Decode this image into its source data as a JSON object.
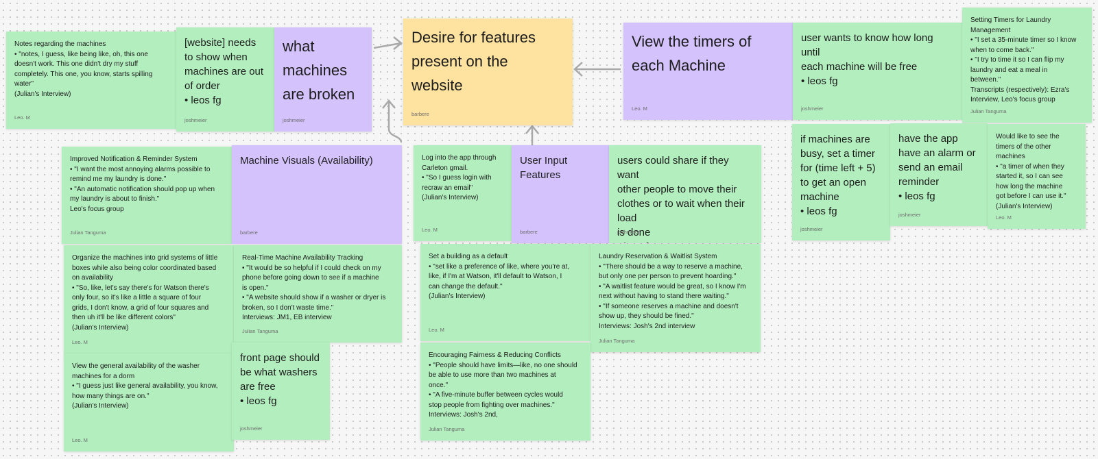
{
  "notes": {
    "notes_machines": {
      "text": "Notes regarding the machines\n  •  \"notes, I guess, like being like, oh, this one\n     doesn't work. This one didn't dry my stuff\n     completely. This one, you know, starts spilling\n     water\"\n(Julian's Interview)",
      "author": "Leo. M",
      "color": "green"
    },
    "website_out_of_order": {
      "text": "[website] needs\nto show when\nmachines are out\nof order\n  •  leos fg",
      "author": "joshmeier",
      "color": "green"
    },
    "what_broken": {
      "text": "what\nmachines\nare broken",
      "author": "joshmeier",
      "color": "purple"
    },
    "desire_features": {
      "text": "Desire for features\npresent on the\nwebsite",
      "author": "barbere",
      "color": "yellow"
    },
    "view_timers": {
      "text": "View the timers of\neach Machine",
      "author": "Leo. M",
      "color": "purple"
    },
    "how_long_free": {
      "text": "user wants to know how long until\neach machine will be free\n  •  leos fg",
      "author": "joshmeier",
      "color": "green"
    },
    "setting_timers": {
      "text": "Setting Timers for Laundry\nManagement\n  •  \"I set a 35-minute timer so I know\n     when to come back.\"\n  •  \"I try to time it so I can flip my\n     laundry and eat a meal in\n     between.\"\nTranscripts (respectively): Ezra's\nInterview, Leo's focus group",
      "author": "Julian Tanguma",
      "color": "green"
    },
    "improved_notification": {
      "text": "Improved Notification & Reminder System\n  •  \"I want the most annoying alarms possible to\n     remind me my laundry is done.\"\n  •  \"An automatic notification should pop up when\n     my laundry is about to finish.\"\nLeo's focus group",
      "author": "Julian Tanguma",
      "color": "green"
    },
    "machine_visuals": {
      "text": "Machine Visuals (Availability)",
      "author": "barbere",
      "color": "purple"
    },
    "carleton_gmail": {
      "text": "Log into the app through\nCarleton gmail.\n  •  \"So I guess login with\n     recraw an email\"\n(Julian's Interview)",
      "author": "Leo. M",
      "color": "green"
    },
    "user_input": {
      "text": "User Input\nFeatures",
      "author": "barbere",
      "color": "purple"
    },
    "share_move": {
      "text": "users could share if they want\nother people to move their\nclothes or to wait when their load\nis done\n  •  leos fg",
      "author": "joshmeier",
      "color": "green"
    },
    "timer_plus_five": {
      "text": "if machines are\nbusy, set a timer\nfor (time left + 5)\nto get an open\nmachine\n  •  leos fg",
      "author": "joshmeier",
      "color": "green"
    },
    "alarm_email": {
      "text": "have the app\nhave an alarm or\nsend an email\nreminder\n  •  leos fg",
      "author": "joshmeier",
      "color": "green"
    },
    "other_timers": {
      "text": "Would like to see the\ntimers of the other\nmachines\n  •  \"a timer of when they\n     started it, so I can see\n     how long the machine\n     got before I can use it.\"\n(Julian's Interview)",
      "author": "Leo. M",
      "color": "green"
    },
    "grid_systems": {
      "text": "Organize the machines into grid systems of little\nboxes while also being color coordinated based\non availability\n  •  \"So, like, let's say there's for Watson there's\n     only four, so it's like a little a square of four\n     grids, I don't know, a grid of four squares and\n     then uh it'll be like different colors\"\n(Julian's Interview)",
      "author": "Leo. M",
      "color": "green"
    },
    "realtime_tracking": {
      "text": "Real-Time Machine Availability Tracking\n  •  \"It would be so helpful if I could check on my\n     phone before going down to see if a machine\n     is open.\"\n  •  \"A website should show if a washer or dryer is\n     broken, so I don't waste time.\"\nInterviews: JM1, EB interview",
      "author": "Julian Tanguma",
      "color": "green"
    },
    "building_default": {
      "text": "Set a building as a default\n  •  \"set like a preference of like, where you're at,\n     like, if I'm at Watson, it'll default to Watson, I\n     can change the default.\"\n(Julian's Interview)",
      "author": "Leo. M",
      "color": "green"
    },
    "reservation_waitlist": {
      "text": "Laundry Reservation & Waitlist System\n  •  \"There should be a way to reserve a machine,\n     but only one per person to prevent hoarding.\"\n  •  \"A waitlist feature would be great, so I know I'm\n     next without having to stand there waiting.\"\n  •  \"If someone reserves a machine and doesn't\n     show up, they should be fined.\"\nInterviews: Josh's 2nd interview",
      "author": "Julian Tanguma",
      "color": "green"
    },
    "general_availability": {
      "text": "View the general availability of the washer\nmachines for a dorm\n  •  \"I guess just like general availability, you know,\n     how many things are on.\"\n(Julian's Interview)",
      "author": "Leo. M",
      "color": "green"
    },
    "front_page": {
      "text": "front page should\nbe what washers\nare free\n  •  leos fg",
      "author": "joshmeier",
      "color": "green"
    },
    "fairness": {
      "text": "Encouraging Fairness & Reducing Conflicts\n  •  \"People should have limits—like, no one should\n     be able to use more than two machines at\n     once.\"\n  •  \"A five-minute buffer between cycles would\n     stop people from fighting over machines.\"\nInterviews: Josh's 2nd,",
      "author": "Julian Tanguma",
      "color": "green"
    }
  },
  "colors": {
    "green": "#b3eebe",
    "purple": "#d4c2fd",
    "yellow": "#fde2a0",
    "connector": "#a9a9a9"
  },
  "connectors": [
    {
      "from": "what_broken",
      "to": "desire_features"
    },
    {
      "from": "view_timers",
      "to": "desire_features"
    },
    {
      "from": "machine_visuals",
      "to": "desire_features"
    },
    {
      "from": "user_input",
      "to": "desire_features"
    }
  ]
}
